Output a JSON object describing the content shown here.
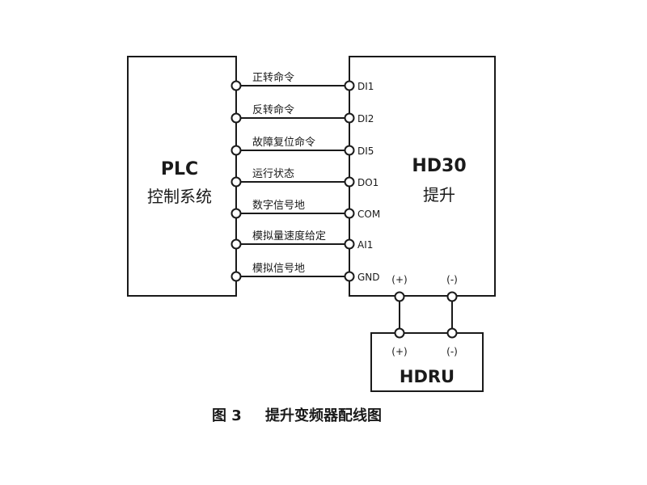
{
  "plc": {
    "title": "PLC",
    "subtitle": "控制系统"
  },
  "hd30": {
    "title": "HD30",
    "subtitle": "提升"
  },
  "hdru": {
    "title": "HDRU"
  },
  "connections": [
    {
      "signal": "正转命令",
      "terminal": "DI1"
    },
    {
      "signal": "反转命令",
      "terminal": "DI2"
    },
    {
      "signal": "故障复位命令",
      "terminal": "DI5"
    },
    {
      "signal": "运行状态",
      "terminal": "DO1"
    },
    {
      "signal": "数字信号地",
      "terminal": "COM"
    },
    {
      "signal": "模拟量速度给定",
      "terminal": "AI1"
    },
    {
      "signal": "模拟信号地",
      "terminal": "GND"
    }
  ],
  "hd30_bottom_terminals": {
    "plus": "(+)",
    "minus": "(-)"
  },
  "hdru_terminals": {
    "plus": "(+)",
    "minus": "(-)"
  },
  "caption": {
    "number": "图 3",
    "text": "提升变频器配线图"
  }
}
